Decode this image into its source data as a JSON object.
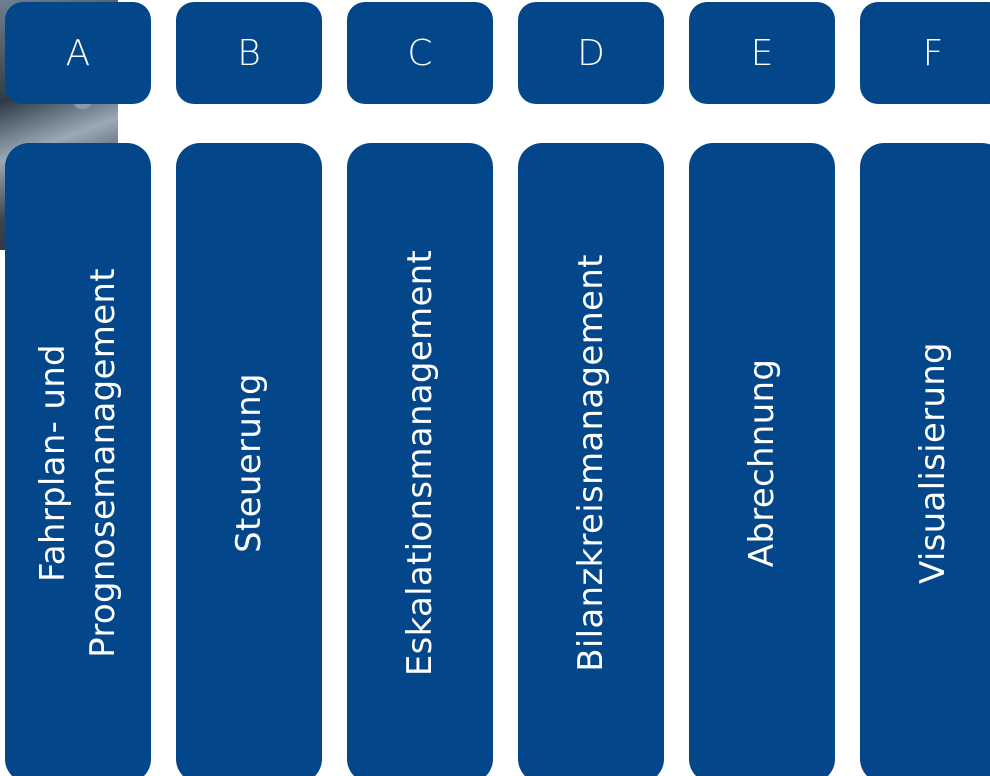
{
  "columns": [
    {
      "letter": "A",
      "label_line1": "Fahrplan- und",
      "label_line2": "Prognosemanagement"
    },
    {
      "letter": "B",
      "label_line1": "Steuerung"
    },
    {
      "letter": "C",
      "label_line1": "Eskalationsmanagement"
    },
    {
      "letter": "D",
      "label_line1": "Bilanzkreismanagement"
    },
    {
      "letter": "E",
      "label_line1": "Abrechnung"
    },
    {
      "letter": "F",
      "label_line1": "Visualisierung"
    }
  ],
  "colors": {
    "box_fill": "#03468a",
    "text": "#ffffff",
    "background": "#ffffff"
  }
}
